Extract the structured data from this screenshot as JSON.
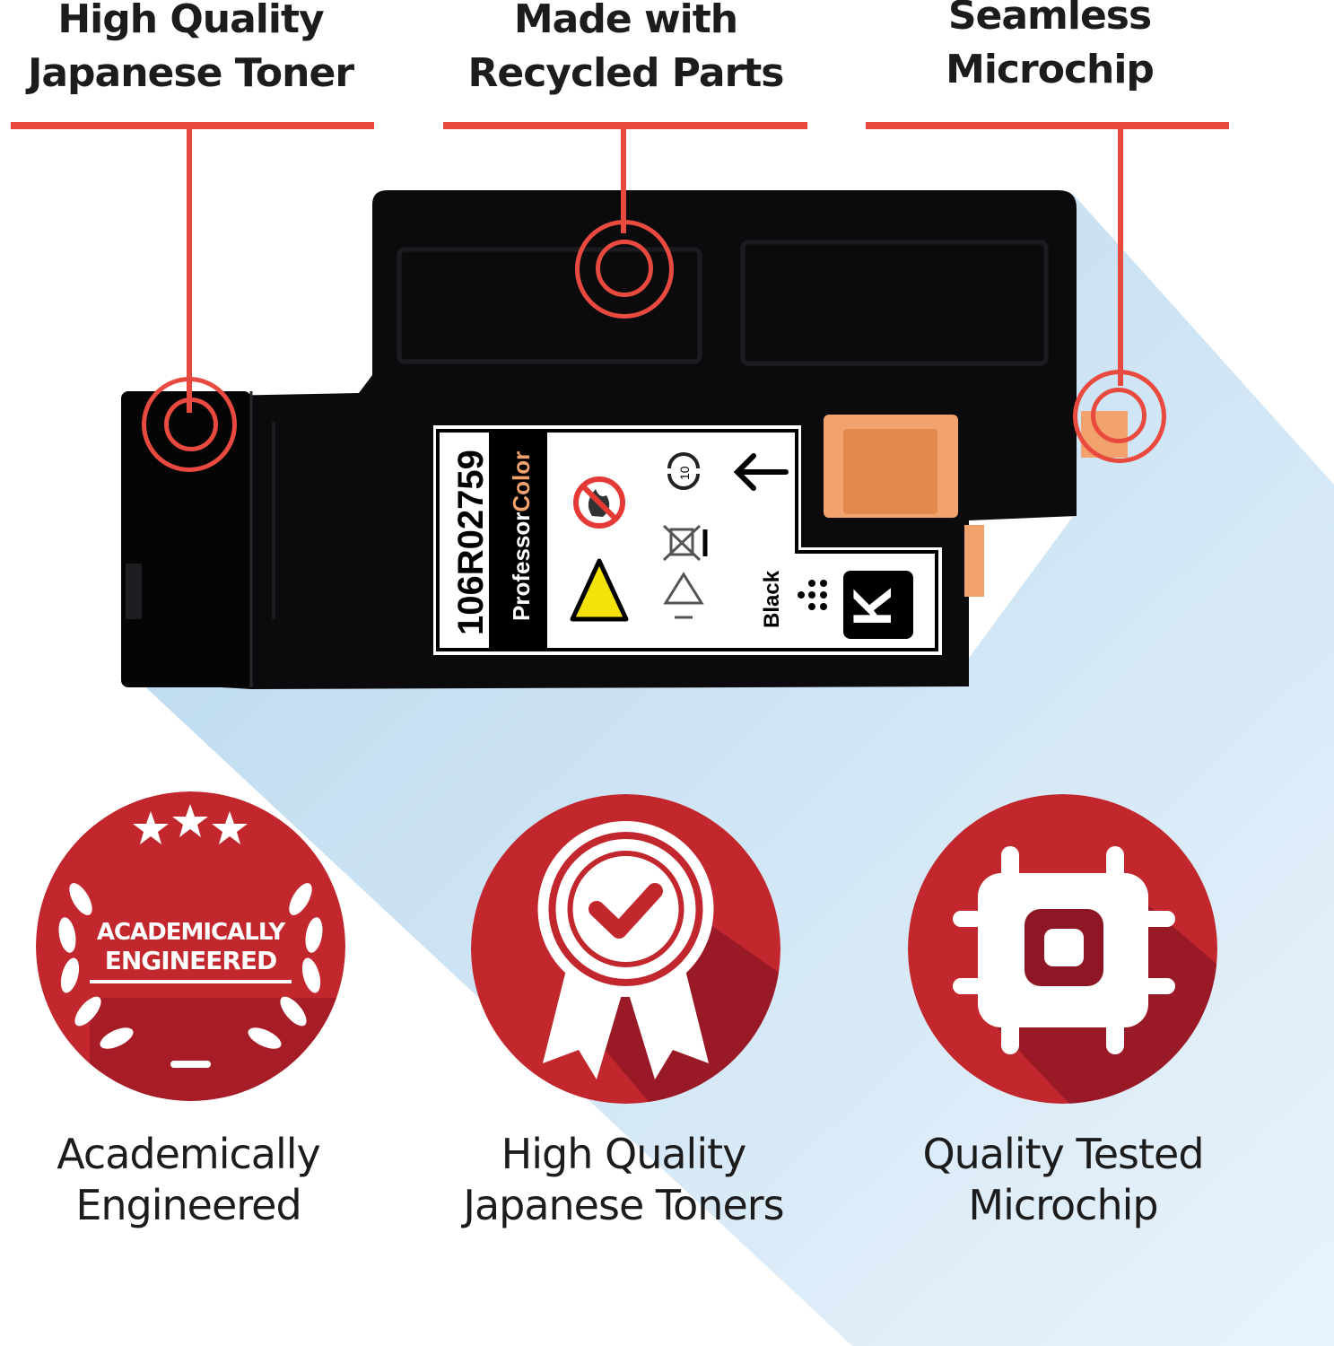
{
  "callouts": [
    {
      "line1": "High Quality",
      "line2": "Japanese Toner"
    },
    {
      "line1": "Made with",
      "line2": "Recycled Parts"
    },
    {
      "line1": "Seamless",
      "line2": "Microchip"
    }
  ],
  "label": {
    "part_number": "106R02759",
    "brand_main": "Professor",
    "brand_accent": "Color",
    "color_name": "Black",
    "color_code": "K",
    "yield_mark": "10"
  },
  "badges": [
    {
      "seal_line1": "ACADEMICALLY",
      "seal_line2": "ENGINEERED",
      "icon": "laurel-seal-icon",
      "caption_line1": "Academically",
      "caption_line2": "Engineered"
    },
    {
      "icon": "award-ribbon-icon",
      "caption_line1": "High Quality",
      "caption_line2": "Japanese Toners"
    },
    {
      "icon": "microchip-icon",
      "caption_line1": "Quality Tested",
      "caption_line2": "Microchip"
    }
  ],
  "colors": {
    "accent_red": "#e84a3f",
    "badge_red": "#c1272d",
    "badge_shadow": "#8f1625",
    "chip_orange": "#f2a26c",
    "shadow_blue": "#bfdcf0"
  }
}
